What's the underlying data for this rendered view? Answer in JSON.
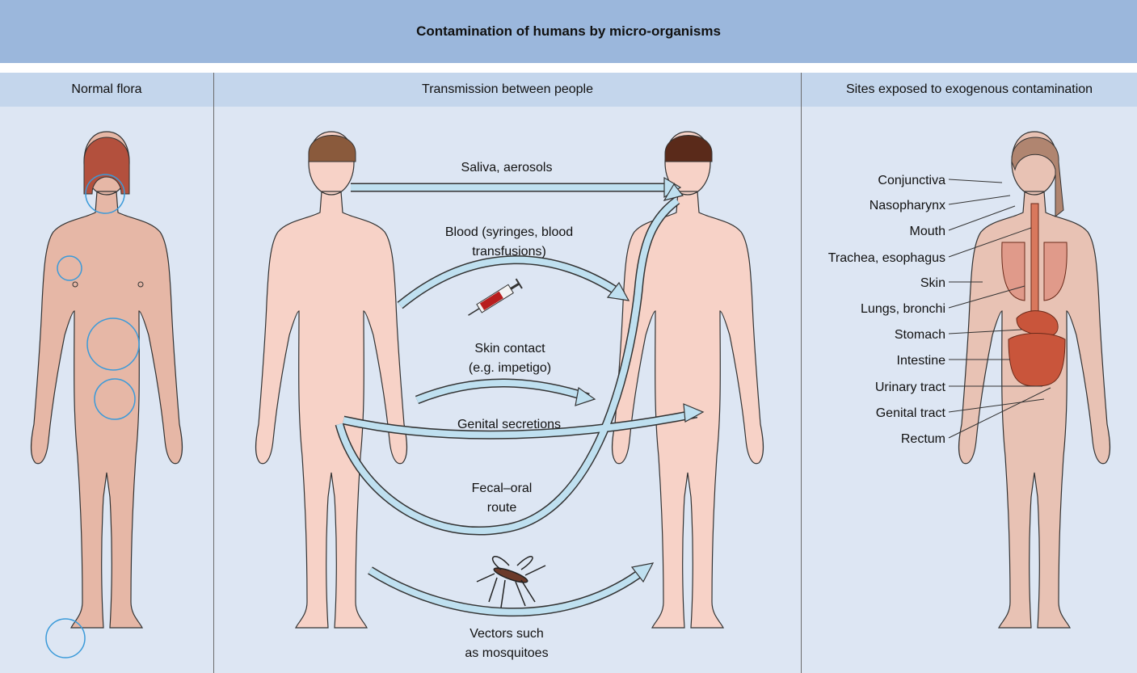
{
  "title": "Contamination of humans by micro-organisms",
  "columns": {
    "normal_flora": "Normal flora",
    "transmission": "Transmission between people",
    "sites": "Sites exposed to exogenous contamination"
  },
  "routes": {
    "saliva": "Saliva, aerosols",
    "blood_1": "Blood (syringes, blood",
    "blood_2": "transfusions)",
    "skin_1": "Skin contact",
    "skin_2": "(e.g. impetigo)",
    "genital": "Genital secretions",
    "fecal_1": "Fecal–oral",
    "fecal_2": "route",
    "vectors_1": "Vectors such",
    "vectors_2": "as mosquitoes"
  },
  "sites": {
    "conjunctiva": "Conjunctiva",
    "nasopharynx": "Nasopharynx",
    "mouth": "Mouth",
    "trachea": "Trachea, esophagus",
    "skin": "Skin",
    "lungs": "Lungs, bronchi",
    "stomach": "Stomach",
    "intestine": "Intestine",
    "urinary": "Urinary tract",
    "genital": "Genital tract",
    "rectum": "Rectum"
  },
  "colors": {
    "title_bg": "#9bb7dc",
    "header_bg": "#c4d6ec",
    "panel_bg": "#dde6f3",
    "skin_female": "#e6b7a6",
    "skin_male": "#f7d2c7",
    "arrow": "#bfe0f0",
    "circle": "#3a9ad9"
  }
}
